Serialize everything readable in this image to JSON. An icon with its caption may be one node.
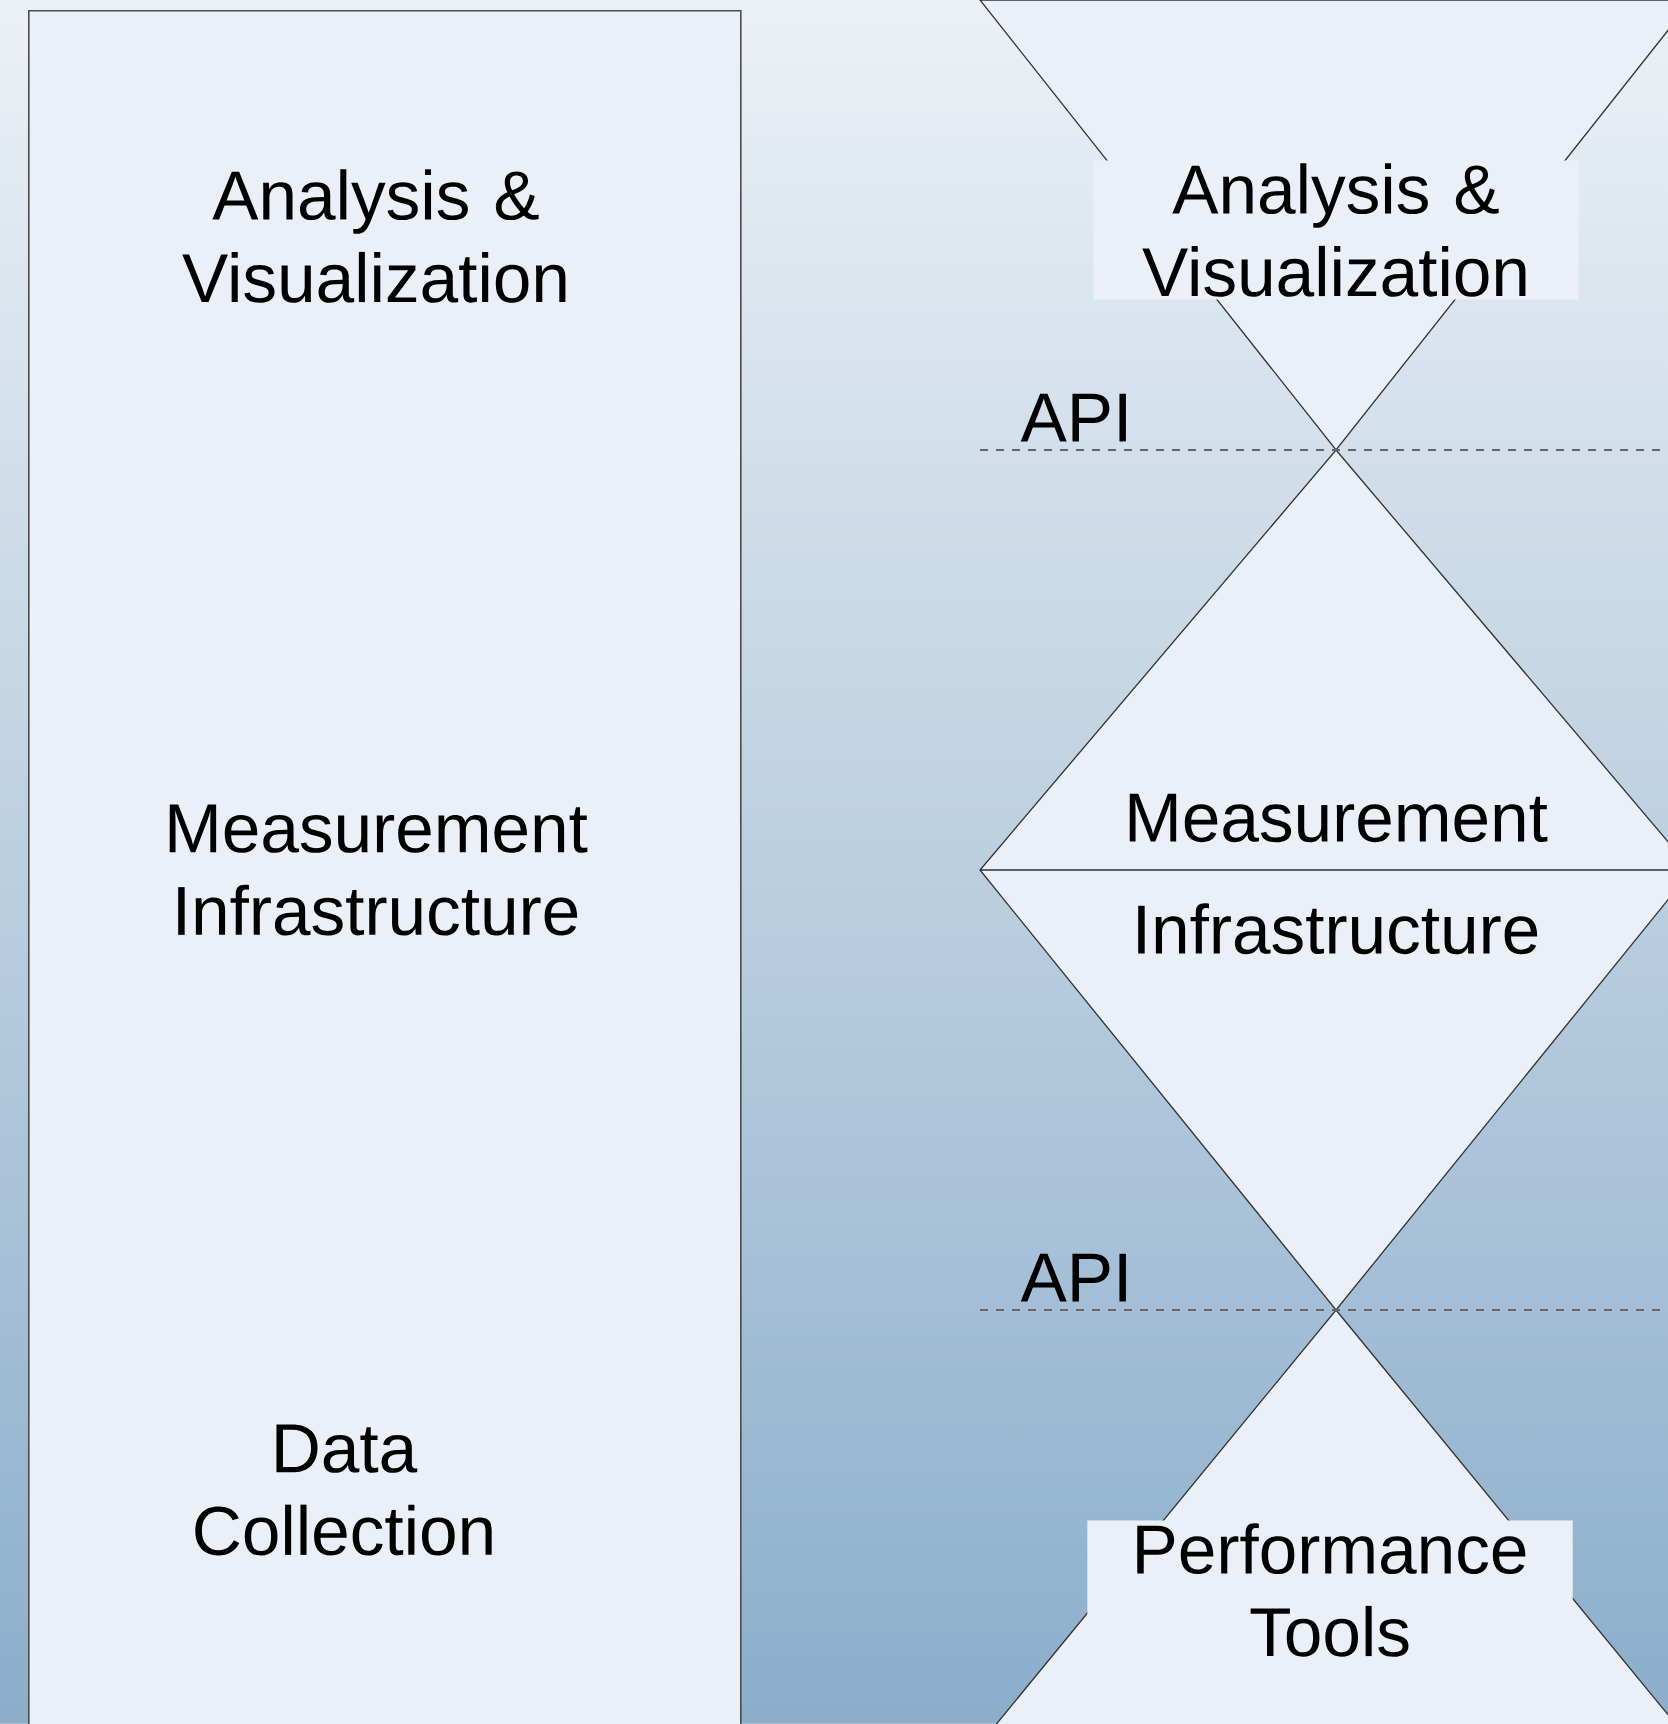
{
  "diagram": {
    "nodes": [
      {
        "text": [
          "Analysis & Visualization",
          "Measurement Infrastructure",
          "Data Collection"
        ]
      },
      {
        "text": [
          "Analysis & Visualization"
        ]
      },
      {
        "text": [
          "Measurement Infrastructure"
        ]
      },
      {
        "text": [
          "Performance Tools"
        ]
      }
    ],
    "labels": [
      "API",
      "API"
    ]
  }
}
